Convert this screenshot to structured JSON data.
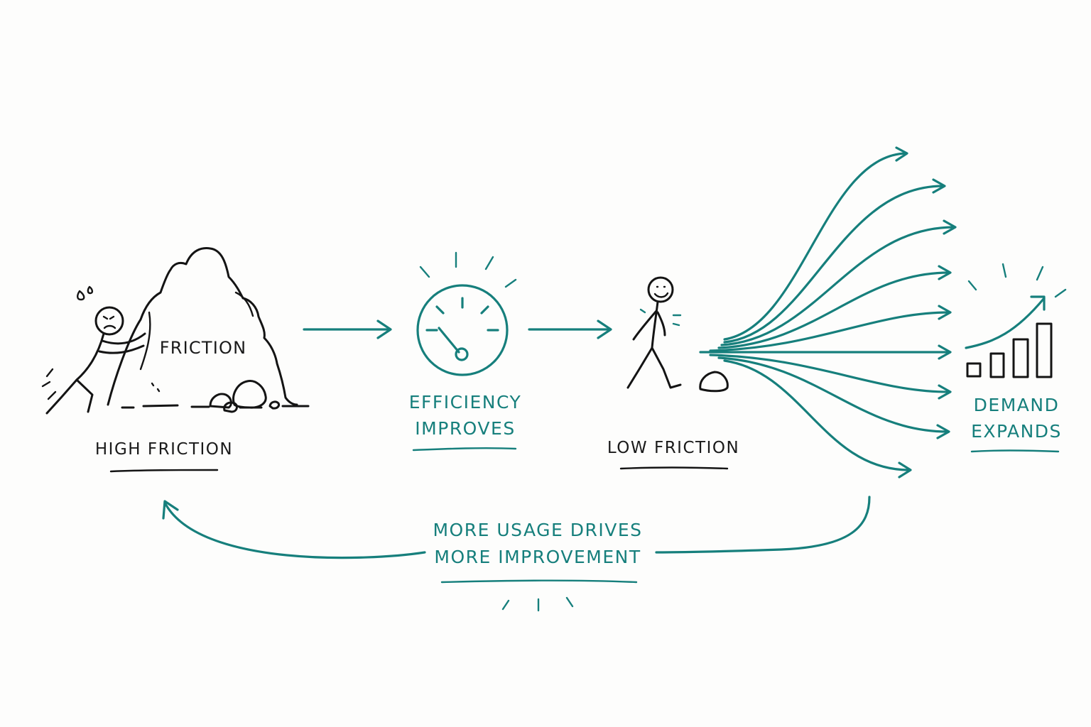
{
  "stages": {
    "high_friction": {
      "label": "HIGH FRICTION",
      "rock_text": "FRICTION",
      "icon": "struggling-stick-figure-pushing-boulder"
    },
    "efficiency": {
      "line1": "EFFICIENCY",
      "line2": "IMPROVES",
      "icon": "speedometer-gauge"
    },
    "low_friction": {
      "label": "LOW FRICTION",
      "icon": "walking-stick-figure-small-pebble"
    },
    "demand": {
      "line1": "DEMAND",
      "line2": "EXPANDS",
      "icon": "rising-bar-chart"
    }
  },
  "feedback_loop": {
    "line1": "MORE USAGE DRIVES",
    "line2": "MORE IMPROVEMENT"
  },
  "colors": {
    "ink": "#141414",
    "accent": "#167f7c",
    "background": "#fdfdfc"
  }
}
